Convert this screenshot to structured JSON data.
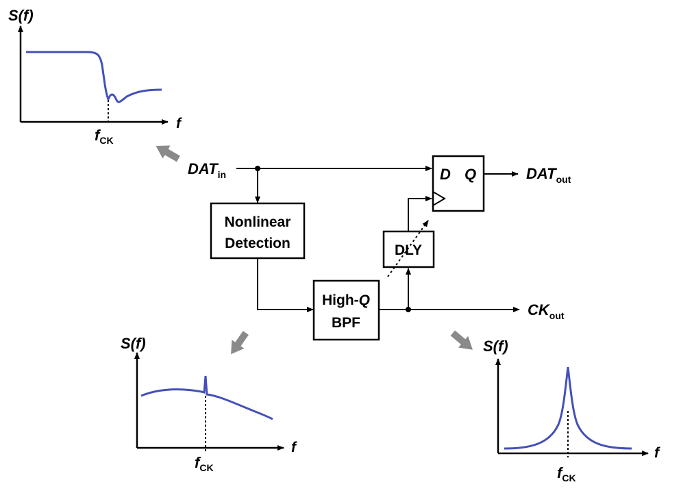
{
  "signals": {
    "dat_in": {
      "base": "DAT",
      "sub": "in"
    },
    "dat_out": {
      "base": "DAT",
      "sub": "out"
    },
    "ck_out": {
      "base": "CK",
      "sub": "out"
    }
  },
  "blocks": {
    "nonlinear_line1": "Nonlinear",
    "nonlinear_line2": "Detection",
    "bpf_line1_prefix": "High-",
    "bpf_line1_italic": "Q",
    "bpf_line2": "BPF",
    "dly": "DLY",
    "ff_d": "D",
    "ff_q": "Q"
  },
  "spectra": {
    "s_base": "S(",
    "s_var": "f",
    "s_close": ")",
    "f_axis": "f",
    "fck_base": "f",
    "fck_sub": "CK"
  },
  "colors": {
    "curve": "#4450b8",
    "hint_arrow": "#8a8a8a",
    "line": "#000000"
  }
}
